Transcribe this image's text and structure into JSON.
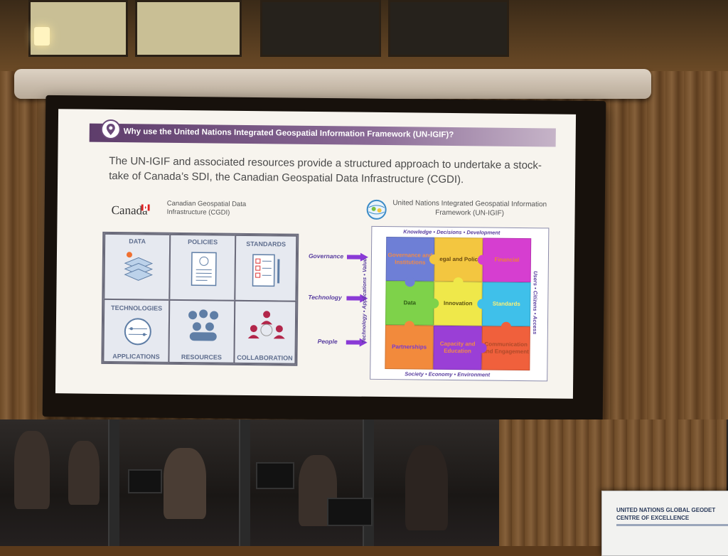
{
  "slide": {
    "header": "Why use the United Nations Integrated Geospatial Information Framework (UN-IGIF)?",
    "intro": "The UN-IGIF and associated resources provide a structured approach to undertake a stock-take of Canada’s SDI, the Canadian Geospatial Data Infrastructure (CGDI).",
    "canada_wordmark": "Canada",
    "cgdi_title": "Canadian Geospatial Data Infrastructure (CGDI)",
    "cgdi_cells": [
      "DATA",
      "POLICIES",
      "STANDARDS",
      "TECHNOLOGIES",
      "APPLICATIONS",
      "RESOURCES",
      "COLLABORATION"
    ],
    "unigif_title": "United Nations Integrated Geospatial Information Framework (UN-IGIF)",
    "row_labels": [
      "Governance",
      "Technology",
      "People"
    ],
    "edges": {
      "top": "Knowledge • Decisions • Development",
      "bottom": "Society • Economy • Environment",
      "left": "Technology • Applications • Value",
      "right": "Users • Citizens • Access"
    },
    "pieces": [
      {
        "label": "Governance and Institutions",
        "color": "#6e7fd6"
      },
      {
        "label": "Legal and Policy",
        "color": "#f3c640"
      },
      {
        "label": "Financial",
        "color": "#d63ed0"
      },
      {
        "label": "Data",
        "color": "#7ed24a"
      },
      {
        "label": "Innovation",
        "color": "#efe84a"
      },
      {
        "label": "Standards",
        "color": "#3fc0ea"
      },
      {
        "label": "Partnerships",
        "color": "#f28a3c"
      },
      {
        "label": "Capacity and Education",
        "color": "#9a3fd6"
      },
      {
        "label": "Communication and Engagement",
        "color": "#f0603c"
      }
    ]
  },
  "sign": {
    "line1": "UNITED NATIONS GLOBAL GEODET",
    "line2": "CENTRE OF EXCELLENCE"
  }
}
